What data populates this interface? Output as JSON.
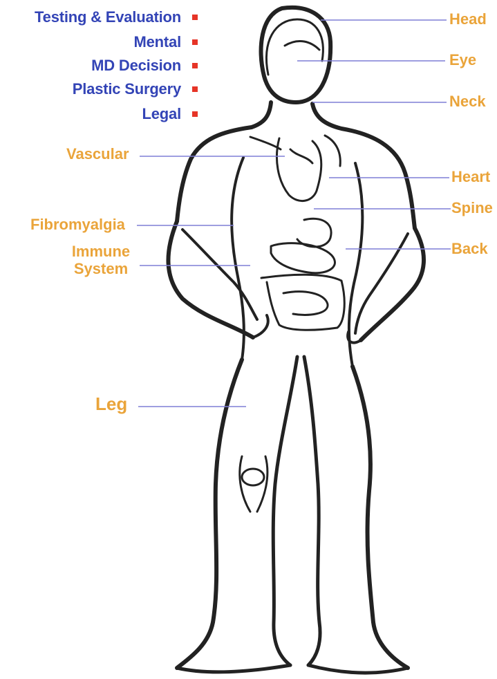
{
  "menu": {
    "items": [
      {
        "label": "Testing & Evaluation"
      },
      {
        "label": "Mental"
      },
      {
        "label": "MD Decision"
      },
      {
        "label": "Plastic Surgery"
      },
      {
        "label": "Legal"
      }
    ]
  },
  "body_parts": {
    "head": "Head",
    "eye": "Eye",
    "neck": "Neck",
    "heart": "Heart",
    "spine": "Spine",
    "back": "Back",
    "vascular": "Vascular",
    "fibromyalgia": "Fibromyalgia",
    "immune_line1": "Immune",
    "immune_line2": "System",
    "leg": "Leg"
  },
  "colors": {
    "menu_text": "#3344b6",
    "menu_bullet": "#e63427",
    "part_text": "#eaa43a",
    "leader_line": "#7f7fd6",
    "outline": "#222222"
  }
}
